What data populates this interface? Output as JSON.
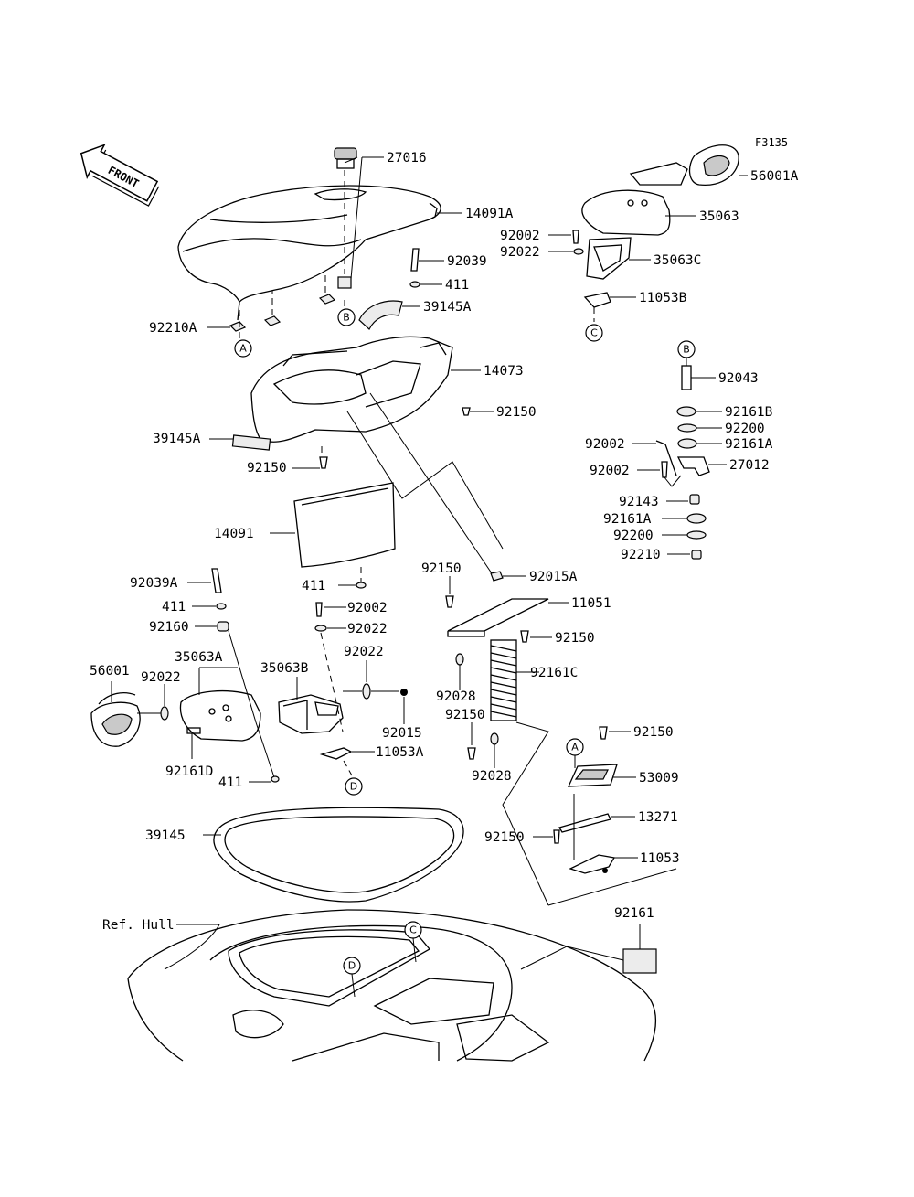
{
  "figure_code": "F3135",
  "front_label": "FRONT",
  "ref_hull_label": "Ref. Hull",
  "ref_letters": {
    "a": "A",
    "b": "B",
    "c": "C",
    "d": "D"
  },
  "parts": {
    "p27016": "27016",
    "p14091A": "14091A",
    "p92039": "92039",
    "p411_top": "411",
    "p39145A_top": "39145A",
    "p92210A": "92210A",
    "p14073": "14073",
    "p92150_a": "92150",
    "p39145A_low": "39145A",
    "p92150_b": "92150",
    "p14091": "14091",
    "p411_mid": "411",
    "p56001A": "56001A",
    "p35063": "35063",
    "p92002_top": "92002",
    "p92022_top": "92022",
    "p35063C": "35063C",
    "p11053B": "11053B",
    "p92043": "92043",
    "p92161B": "92161B",
    "p92200_a": "92200",
    "p92002_r1": "92002",
    "p92161A_a": "92161A",
    "p92002_r2": "92002",
    "p27012": "27012",
    "p92143": "92143",
    "p92161A_b": "92161A",
    "p92200_b": "92200",
    "p92210": "92210",
    "p92039A": "92039A",
    "p411_l1": "411",
    "p92160": "92160",
    "p92002_mid": "92002",
    "p92022_mid": "92022",
    "p35063A": "35063A",
    "p35063B": "35063B",
    "p92022_m2": "92022",
    "p56001": "56001",
    "p92022_left": "92022",
    "p92015": "92015",
    "p11053A": "11053A",
    "p92161D": "92161D",
    "p411_l2": "411",
    "p92150_c": "92150",
    "p92015A": "92015A",
    "p11051": "11051",
    "p92150_d": "92150",
    "p92028_a": "92028",
    "p92161C": "92161C",
    "p92150_e": "92150",
    "p92028_b": "92028",
    "p92150_f": "92150",
    "p53009": "53009",
    "p13271": "13271",
    "p92150_g": "92150",
    "p11053": "11053",
    "p39145": "39145",
    "p92161": "92161"
  }
}
